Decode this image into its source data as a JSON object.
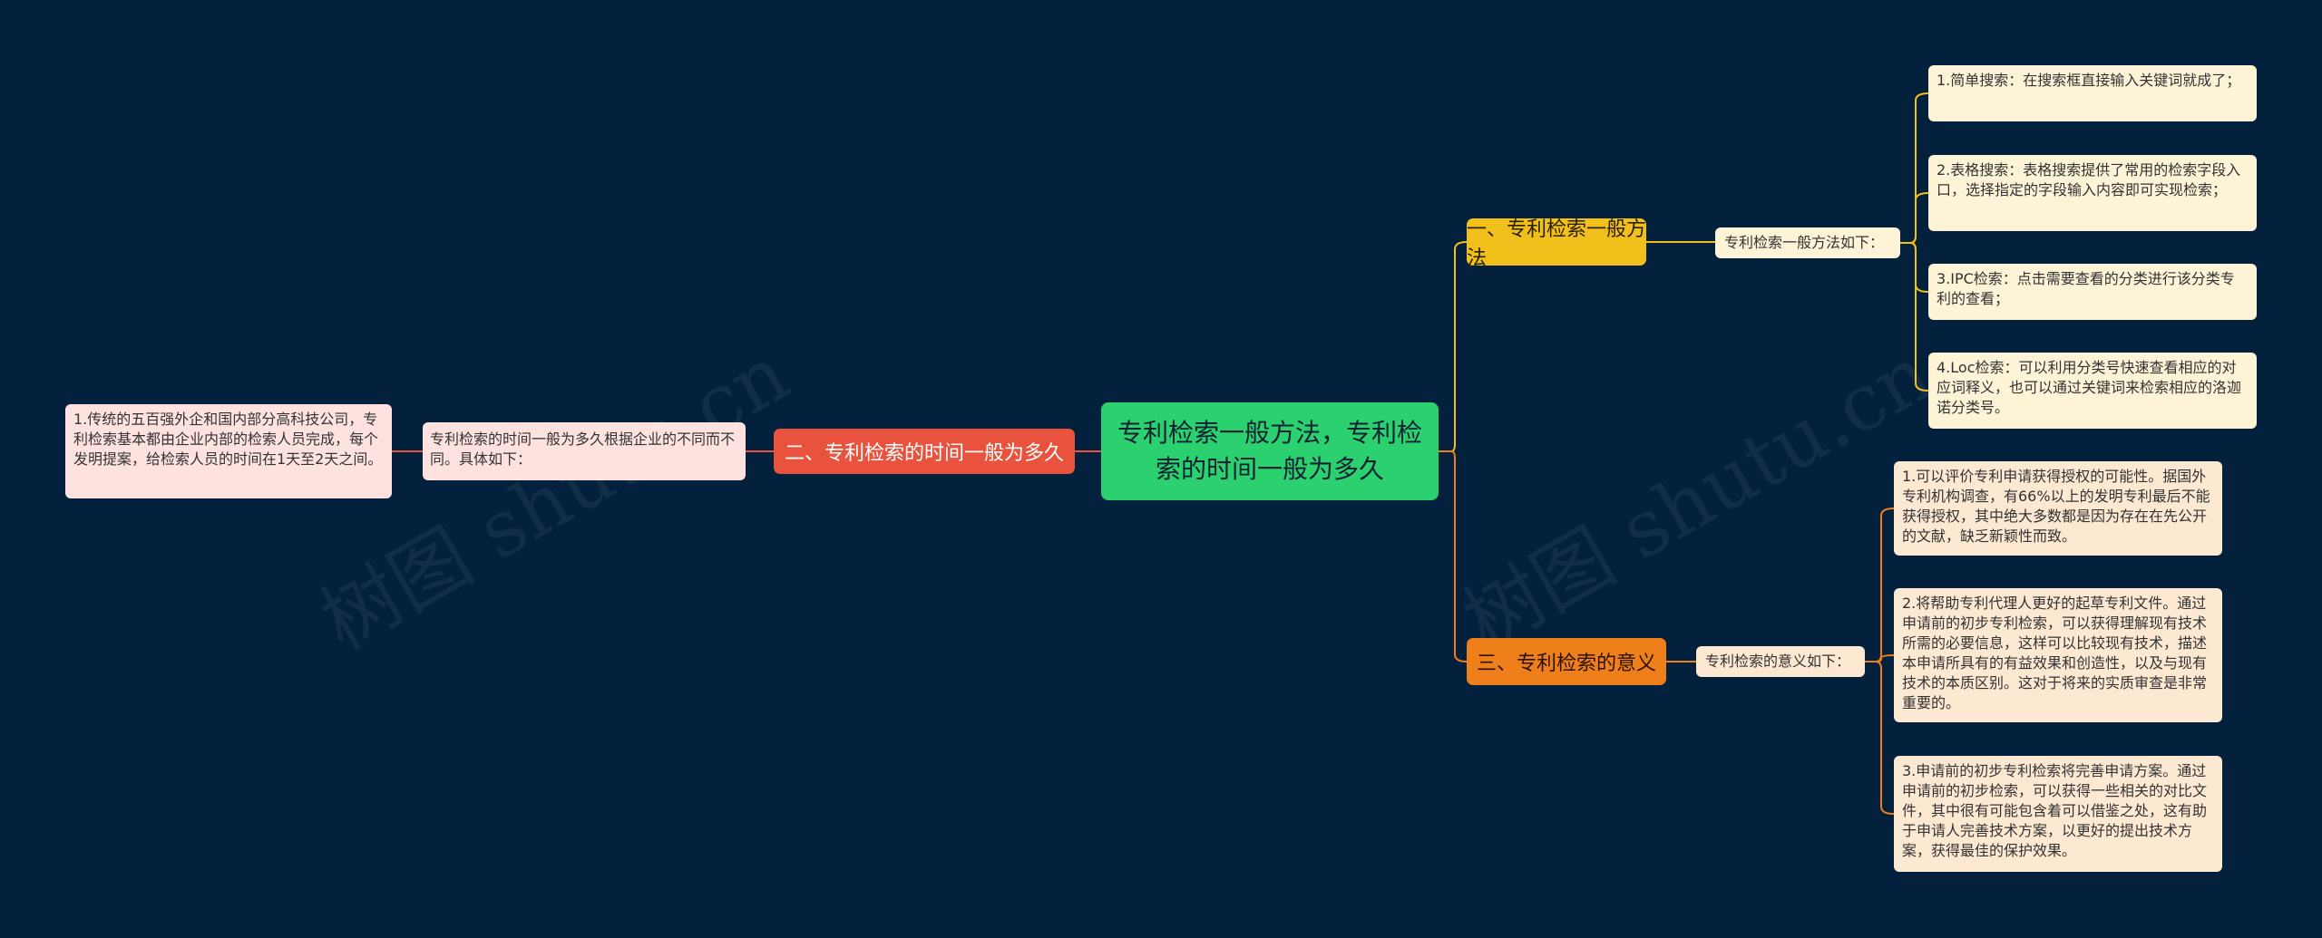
{
  "root": {
    "title": "专利检索一般方法，专利检索的时间一般为多久"
  },
  "branches": [
    {
      "label": "一、专利检索一般方法",
      "color": "#f2c01a"
    },
    {
      "label": "二、专利检索的时间一般为多久",
      "color": "#e9523c"
    },
    {
      "label": "三、专利检索的意义",
      "color": "#ef7f1a"
    }
  ],
  "subs": [
    {
      "label": "专利检索一般方法如下："
    },
    {
      "label": "专利检索的时间一般为多久根据企业的不同而不同。具体如下："
    },
    {
      "label": "专利检索的意义如下："
    }
  ],
  "leaves": {
    "methods": [
      "1.简单搜索：在搜索框直接输入关键词就成了；",
      "2.表格搜索：表格搜索提供了常用的检索字段入口，选择指定的字段输入内容即可实现检索；",
      "3.IPC检索：点击需要查看的分类进行该分类专利的查看；",
      "4.Loc检索：可以利用分类号快速查看相应的对应词释义，也可以通过关键词来检索相应的洛迦诺分类号。"
    ],
    "meaning": [
      "1.可以评价专利申请获得授权的可能性。据国外专利机构调查，有66%以上的发明专利最后不能获得授权，其中绝大多数都是因为存在在先公开的文献，缺乏新颖性而致。",
      "2.将帮助专利代理人更好的起草专利文件。通过申请前的初步专利检索，可以获得理解现有技术所需的必要信息，这样可以比较现有技术，描述本申请所具有的有益效果和创造性，以及与现有技术的本质区别。这对于将来的实质审查是非常重要的。",
      "3.申请前的初步专利检索将完善申请方案。通过申请前的初步检索，可以获得一些相关的对比文件，其中很有可能包含着可以借鉴之处，这有助于申请人完善技术方案，以更好的提出技术方案，获得最佳的保护效果。"
    ],
    "time": [
      "1.传统的五百强外企和国内部分高科技公司，专利检索基本都由企业内部的检索人员完成，每个发明提案，给检索人员的时间在1天至2天之间。"
    ]
  },
  "watermark": "树图 shutu.cn",
  "colors": {
    "background": "#03203d",
    "root": "#2bd16e",
    "link_yellow": "#f2c01a",
    "link_red": "#e9523c",
    "link_orange": "#ef7f1a"
  }
}
